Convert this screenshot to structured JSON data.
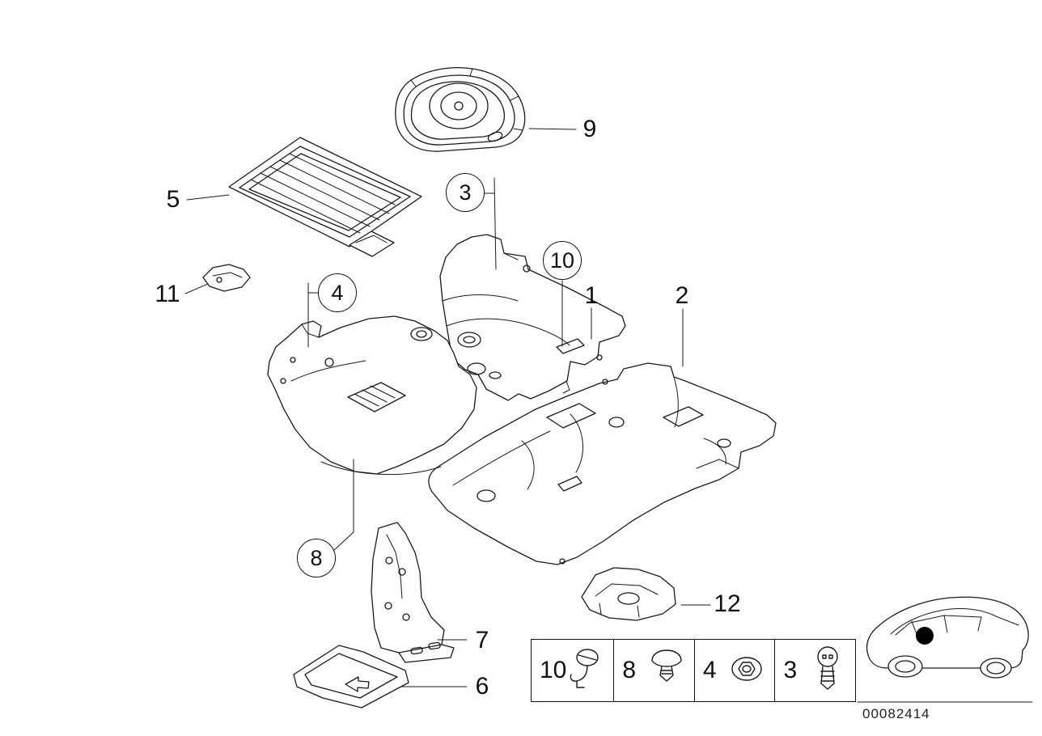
{
  "diagram": {
    "doc_number": "00082414",
    "callouts": [
      {
        "label": "1",
        "style": "plain"
      },
      {
        "label": "2",
        "style": "plain"
      },
      {
        "label": "3",
        "style": "circled"
      },
      {
        "label": "4",
        "style": "circled"
      },
      {
        "label": "5",
        "style": "plain"
      },
      {
        "label": "6",
        "style": "plain"
      },
      {
        "label": "7",
        "style": "plain"
      },
      {
        "label": "8",
        "style": "circled"
      },
      {
        "label": "9",
        "style": "plain"
      },
      {
        "label": "10",
        "style": "circled"
      },
      {
        "label": "11",
        "style": "plain"
      },
      {
        "label": "12",
        "style": "plain"
      }
    ],
    "legend": {
      "items": [
        {
          "number": "10",
          "icon": "screw-clip-icon"
        },
        {
          "number": "8",
          "icon": "push-rivet-icon"
        },
        {
          "number": "4",
          "icon": "plastic-nut-icon"
        },
        {
          "number": "3",
          "icon": "expansion-rivet-icon"
        }
      ]
    },
    "colors": {
      "line": "#1a1a1a",
      "background": "#ffffff",
      "marker_dot": "#000000"
    }
  }
}
